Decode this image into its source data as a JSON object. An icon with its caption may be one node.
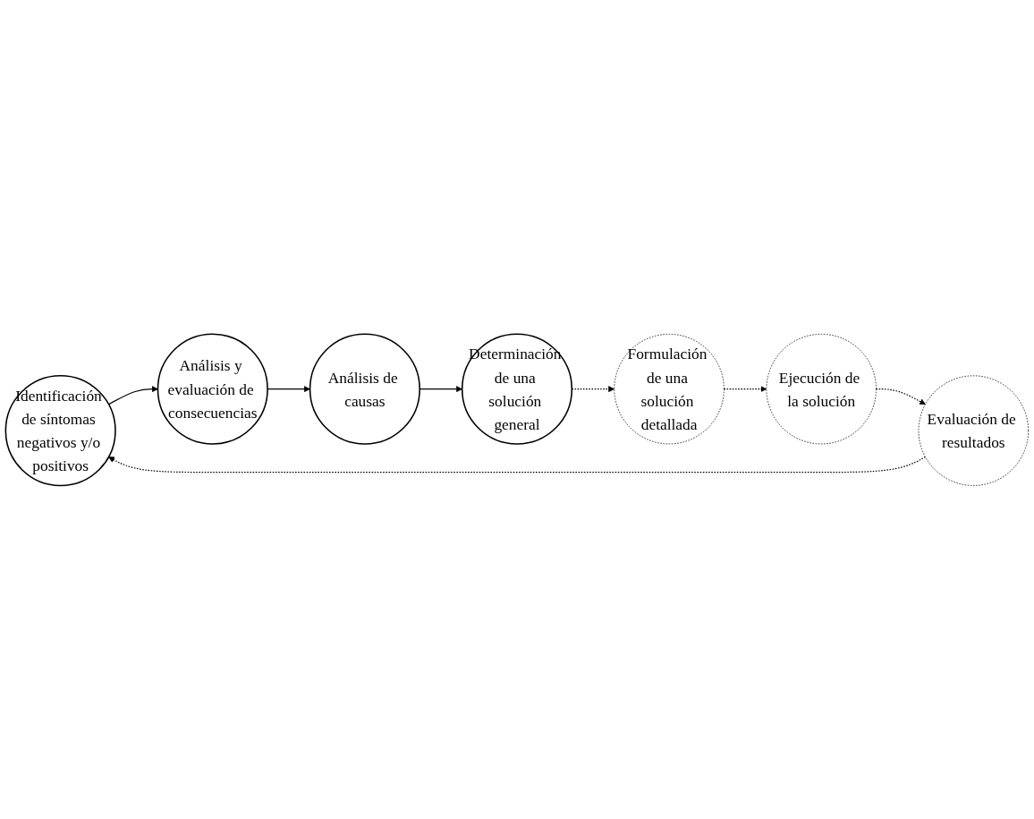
{
  "diagram": {
    "nodes": [
      {
        "text": [
          "Identificación de síntomas negativos y/o positivos"
        ]
      },
      {
        "text": [
          "Análisis y evaluación de consecuencias"
        ]
      },
      {
        "text": [
          "Análisis de causas"
        ]
      },
      {
        "text": [
          "Determinación de una solución general"
        ]
      },
      {
        "text": [
          "Formulación de una solución detallada"
        ]
      },
      {
        "text": [
          "Ejecución de la solución"
        ]
      },
      {
        "text": [
          "Evaluación de resultados"
        ]
      }
    ],
    "edges": [
      {
        "from": 0,
        "to": 1,
        "arrow": "to"
      },
      {
        "from": 1,
        "to": 2,
        "arrow": "to"
      },
      {
        "from": 2,
        "to": 3,
        "arrow": "to"
      },
      {
        "from": 3,
        "to": 4,
        "arrow": "to",
        "style": "dashed"
      },
      {
        "from": 4,
        "to": 5,
        "arrow": "to",
        "style": "dashed"
      },
      {
        "from": 5,
        "to": 6,
        "arrow": "to",
        "style": "dashed"
      },
      {
        "from": 6,
        "to": 0,
        "arrow": "to",
        "style": "dashed"
      }
    ]
  }
}
